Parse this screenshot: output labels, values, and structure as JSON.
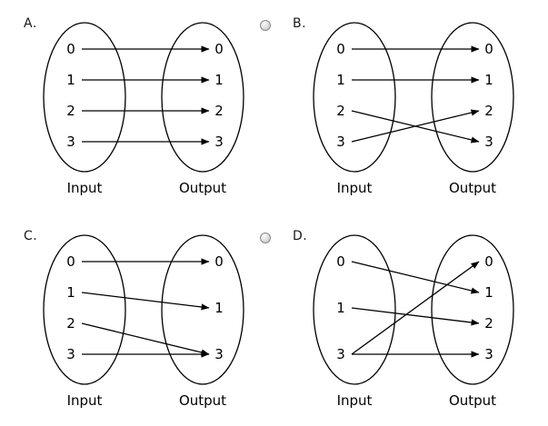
{
  "page": {
    "background": "#ffffff",
    "ink_color": "#000000"
  },
  "radio_buttons": [
    {
      "id": "radio-1",
      "selected": false
    },
    {
      "id": "radio-2",
      "selected": false
    }
  ],
  "options": [
    {
      "letter": "A.",
      "input_label": "Input",
      "output_label": "Output",
      "inputs": [
        "0",
        "1",
        "2",
        "3"
      ],
      "outputs": [
        "0",
        "1",
        "2",
        "3"
      ],
      "arrows": [
        [
          0,
          0
        ],
        [
          1,
          1
        ],
        [
          2,
          2
        ],
        [
          3,
          3
        ]
      ]
    },
    {
      "letter": "B.",
      "input_label": "Input",
      "output_label": "Output",
      "inputs": [
        "0",
        "1",
        "2",
        "3"
      ],
      "outputs": [
        "0",
        "1",
        "2",
        "3"
      ],
      "arrows": [
        [
          0,
          0
        ],
        [
          1,
          1
        ],
        [
          2,
          3
        ],
        [
          3,
          2
        ]
      ]
    },
    {
      "letter": "C.",
      "input_label": "Input",
      "output_label": "Output",
      "inputs": [
        "0",
        "1",
        "2",
        "3"
      ],
      "outputs": [
        "0",
        "1",
        "3"
      ],
      "arrows": [
        [
          0,
          0
        ],
        [
          1,
          1
        ],
        [
          2,
          2
        ],
        [
          3,
          2
        ]
      ]
    },
    {
      "letter": "D.",
      "input_label": "Input",
      "output_label": "Output",
      "inputs": [
        "0",
        "1",
        "3"
      ],
      "outputs": [
        "0",
        "1",
        "2",
        "3"
      ],
      "arrows": [
        [
          0,
          1
        ],
        [
          1,
          2
        ],
        [
          2,
          0
        ],
        [
          2,
          3
        ]
      ]
    }
  ]
}
